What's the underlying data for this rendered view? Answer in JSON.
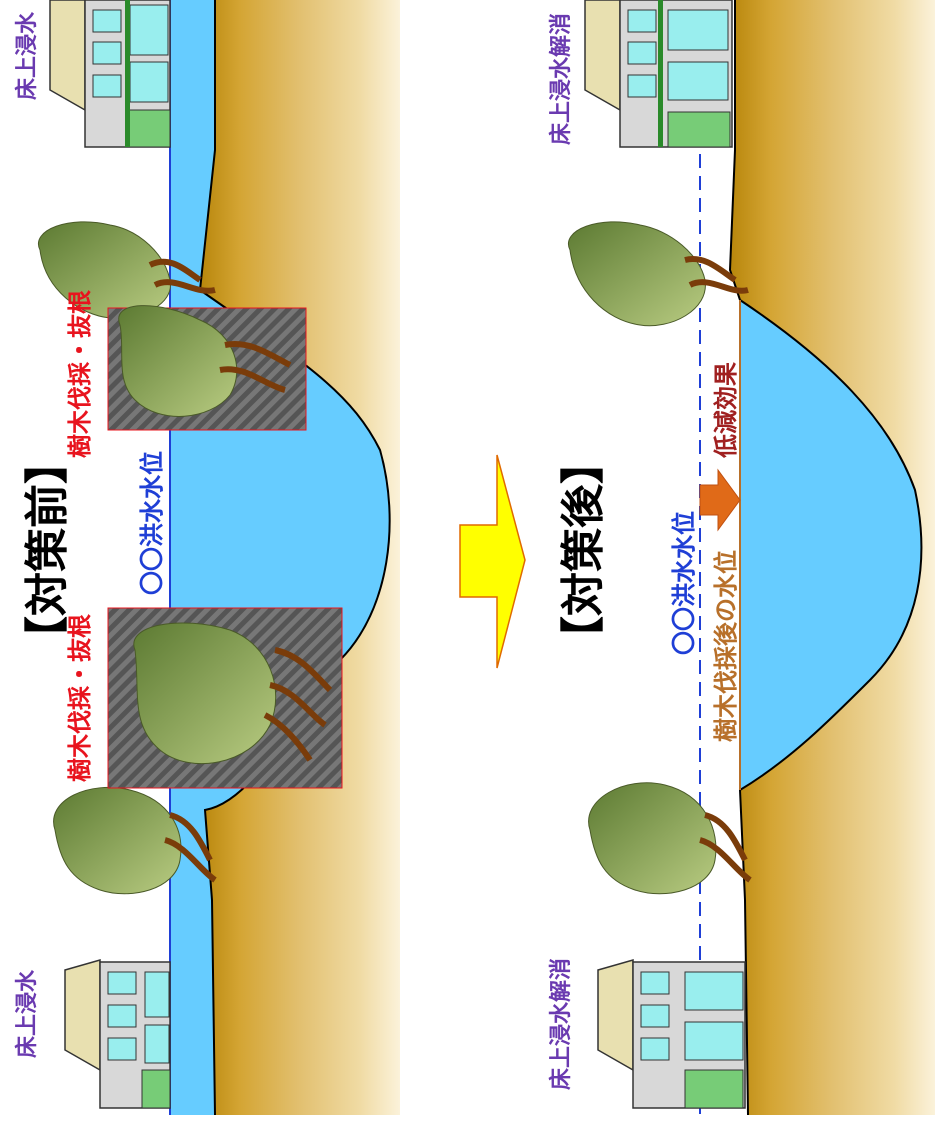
{
  "before": {
    "title": "【対策前】",
    "flood_level_label": "〇〇洪水水位",
    "tree_cut_label_top": "樹木伐採・抜根",
    "tree_cut_label_bottom": "樹木伐採・抜根",
    "house_top_label": "床上浸水",
    "house_bottom_label": "床上浸水"
  },
  "after": {
    "title": "【対策後】",
    "flood_level_label": "〇〇洪水水位",
    "lowered_level_label": "樹木伐採後の水位",
    "reduction_label": "低減効果",
    "house_top_label": "床上浸水解消",
    "house_bottom_label": "床上浸水解消"
  },
  "colors": {
    "water": "#66ccff",
    "flood_line": "#1f3fd6",
    "lowered_line": "#b8702a",
    "arrow_fill": "#ffff00",
    "arrow_stroke": "#e06a00",
    "reduction_arrow": "#e06a18",
    "tree_label": "#e8141e",
    "house_label": "#6a3ab0",
    "title": "#000000"
  }
}
